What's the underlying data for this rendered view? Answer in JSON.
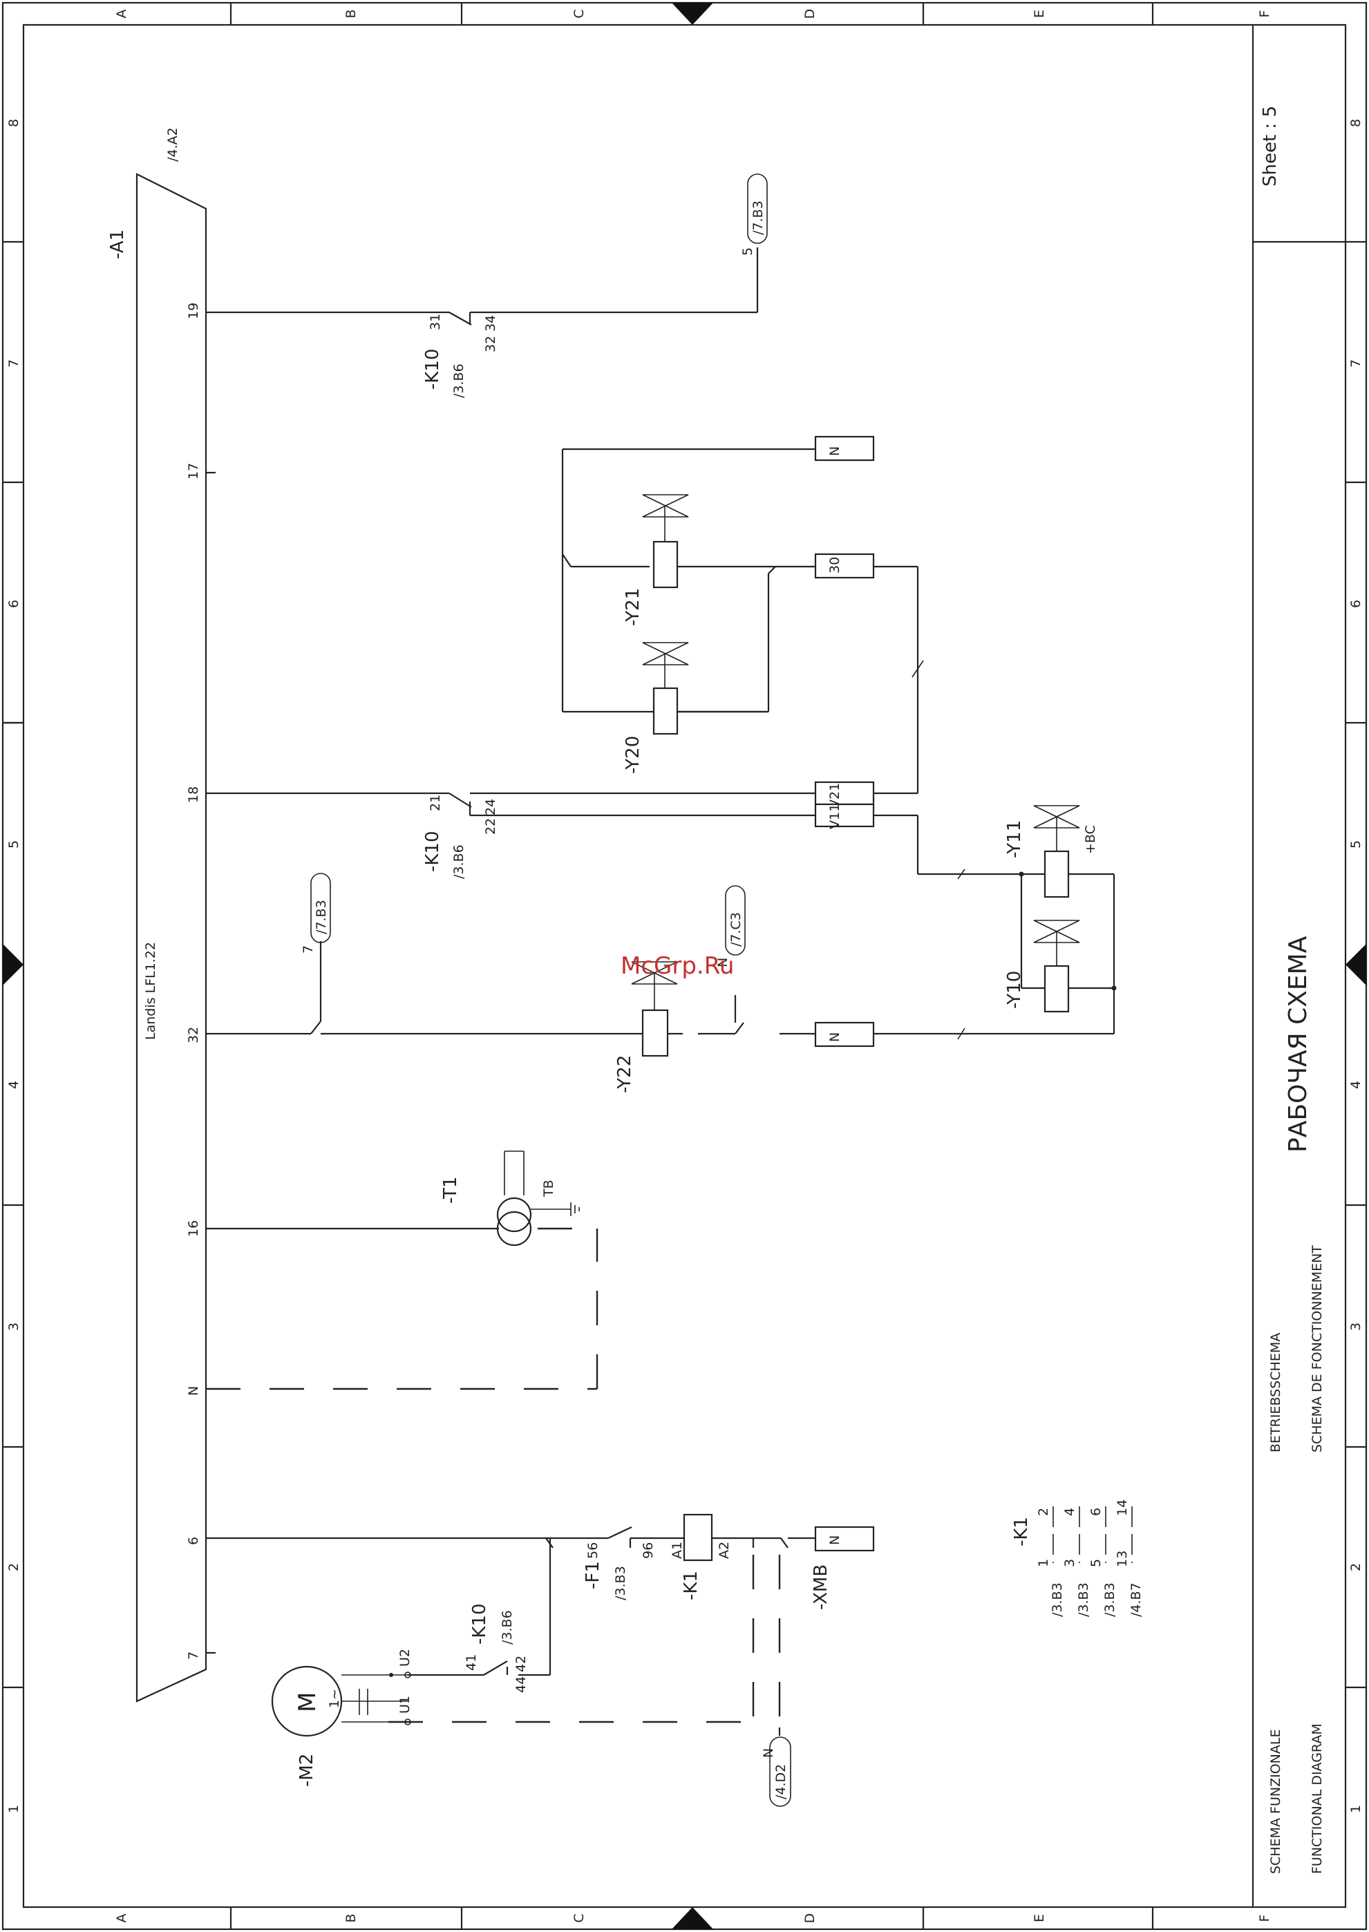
{
  "border": {
    "cols": [
      "A",
      "B",
      "C",
      "D",
      "E",
      "F"
    ],
    "rows": [
      "8",
      "7",
      "6",
      "5",
      "4",
      "3",
      "2",
      "1"
    ]
  },
  "sheet_label": "Sheet  :  5",
  "title_block": {
    "main_title": "РАБОЧАЯ СХЕМА",
    "de": "BETRIEBSSCHEMA",
    "fr": "SCHEMA DE FONCTIONNEMENT",
    "it": "SCHEMA FUNZIONALE",
    "en": "FUNCTIONAL DIAGRAM"
  },
  "watermark": "McGrp.Ru",
  "controller": {
    "tag": "-A1",
    "ref": "/4.A2",
    "model": "Landis  LFL1.22",
    "terminals": [
      "19",
      "17",
      "18",
      "32",
      "16",
      "N",
      "6",
      "7"
    ]
  },
  "components": {
    "k10_a": {
      "tag": "-K10",
      "ref": "/3.B6",
      "pins": [
        "31",
        "32",
        "34"
      ]
    },
    "k10_b": {
      "tag": "-K10",
      "ref": "/3.B6",
      "pins": [
        "21",
        "22",
        "24"
      ]
    },
    "k10_c": {
      "tag": "-K10",
      "ref": "/3.B6",
      "pins": [
        "41",
        "44",
        "42"
      ]
    },
    "y21": "-Y21",
    "y20": "-Y20",
    "y11": "-Y11",
    "y11_note": "+BC",
    "y10": "-Y10",
    "y22": "-Y22",
    "t1": "-T1",
    "t1_pin": "TB",
    "f1": {
      "tag": "-F1",
      "ref": "/3.B3",
      "pins": [
        "56",
        "96"
      ]
    },
    "k1": {
      "tag": "-K1",
      "pins": [
        "A1",
        "A2"
      ]
    },
    "xmb": "-XMB",
    "m2": {
      "tag": "-M2",
      "symbol": "M",
      "phase": "1~",
      "pins": [
        "U1",
        "U2"
      ]
    },
    "k1_contacts": {
      "tag": "-K1",
      "rows": [
        {
          "ref": "/3.B3",
          "a": "1",
          "b": "2"
        },
        {
          "ref": "/3.B3",
          "a": "3",
          "b": "4"
        },
        {
          "ref": "/3.B3",
          "a": "5",
          "b": "6"
        },
        {
          "ref": "/4.B7",
          "a": "13",
          "b": "14"
        }
      ]
    }
  },
  "terminals": {
    "n_top": "N",
    "t30": "30",
    "v21": "V21",
    "v11": "V11",
    "n_mid": "N",
    "n_bot": "N"
  },
  "cross_refs": {
    "r5": {
      "pin": "5",
      "ref": "/7.B3"
    },
    "r7": {
      "pin": "7",
      "ref": "/7.B3"
    },
    "rN": {
      "pin": "N",
      "ref": "/7.C3"
    },
    "rN2": {
      "pin": "N",
      "ref": "/4.D2"
    }
  }
}
